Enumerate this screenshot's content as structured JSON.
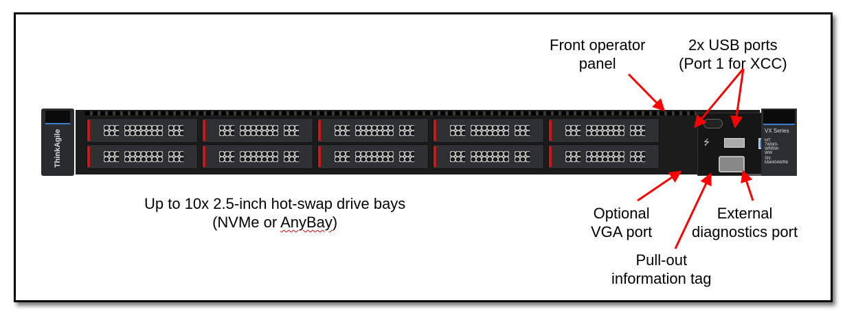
{
  "labels": {
    "front_panel": [
      "Front operator",
      "panel"
    ],
    "usb": [
      "2x USB ports",
      "(Port 1 for XCC)"
    ],
    "drives": [
      "Up to 10x 2.5-inch hot-swap drive bays",
      "(NVMe or ",
      "AnyBay",
      ")"
    ],
    "vga": [
      "Optional",
      "VGA port"
    ],
    "diag": [
      "External",
      "diagnostics port"
    ],
    "tag": [
      "Pull-out",
      "information tag"
    ]
  },
  "server": {
    "brand": "ThinkAgile",
    "series": "VX Series",
    "mt": "MT: 7WW0-WRBW-WW",
    "sn": "SN: MW404WR8"
  },
  "colors": {
    "arrow": "#ff0000",
    "bay_latch": "#c8191e",
    "usb3": "#3a8ee6"
  }
}
